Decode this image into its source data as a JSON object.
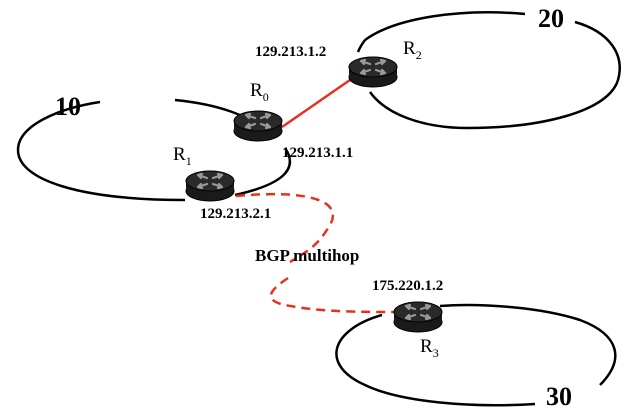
{
  "colors": {
    "link": "#e8301f",
    "outline": "#000000",
    "router_body": "#1a1a1a",
    "router_glyph": "#9a9a9a"
  },
  "autonomous_systems": [
    {
      "id": "as10",
      "label": "10"
    },
    {
      "id": "as20",
      "label": "20"
    },
    {
      "id": "as30",
      "label": "30"
    }
  ],
  "routers": [
    {
      "id": "r0",
      "letter": "R",
      "subscript": "0",
      "icon": "router-icon"
    },
    {
      "id": "r1",
      "letter": "R",
      "subscript": "1",
      "icon": "router-icon"
    },
    {
      "id": "r2",
      "letter": "R",
      "subscript": "2",
      "icon": "router-icon"
    },
    {
      "id": "r3",
      "letter": "R",
      "subscript": "3",
      "icon": "router-icon"
    }
  ],
  "addresses": {
    "r2": "129.213.1.2",
    "r0": "129.213.1.1",
    "r1": "129.213.2.1",
    "r3": "175.220.1.2"
  },
  "links": [
    {
      "from": "r0",
      "to": "r2",
      "style": "solid"
    },
    {
      "from": "r1",
      "to": "r3",
      "style": "dashed",
      "label": "BGP multihop"
    }
  ]
}
